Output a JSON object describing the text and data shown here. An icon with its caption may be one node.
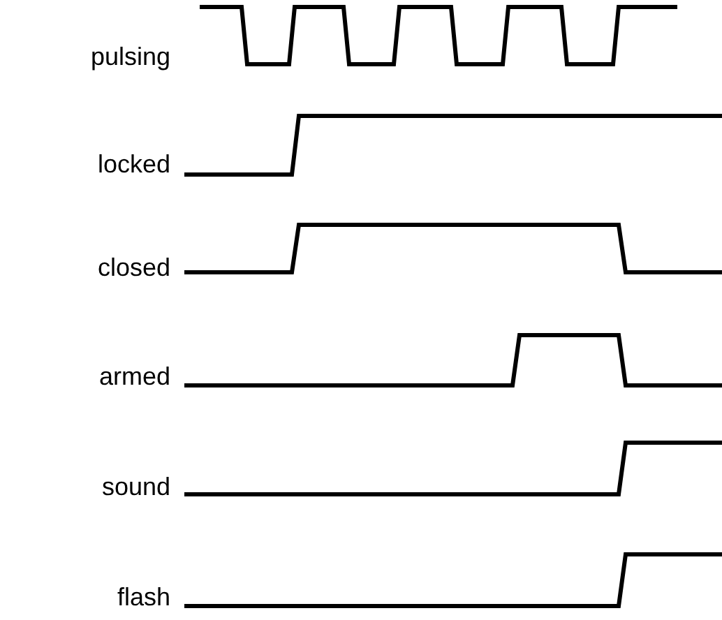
{
  "diagram": {
    "labels": [
      "pulsing",
      "locked",
      "closed",
      "armed",
      "sound",
      "flash"
    ]
  }
}
